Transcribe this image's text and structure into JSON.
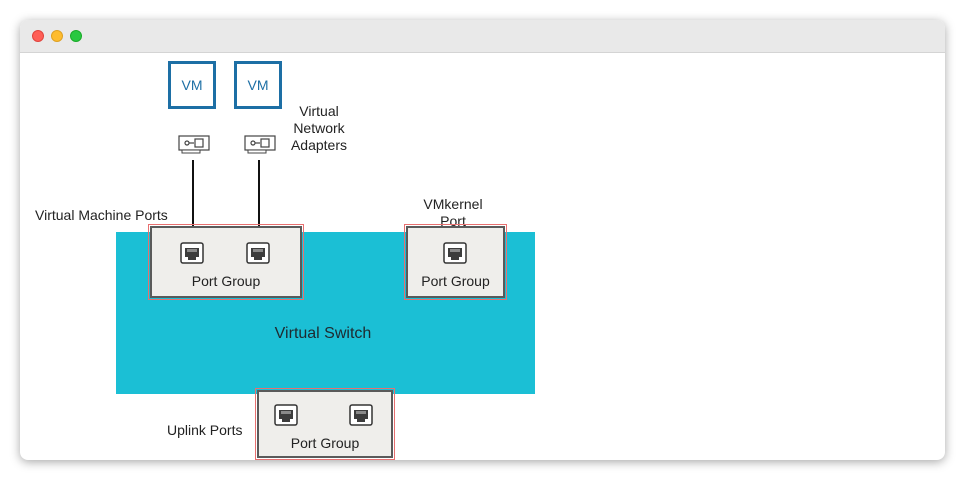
{
  "window": {
    "controls": [
      "close",
      "minimize",
      "zoom"
    ]
  },
  "diagram": {
    "top_partial_text": "",
    "virtual_switch_label": "Virtual Switch",
    "vm_label": "VM",
    "virtual_network_adapters_label": "Virtual\nNetwork\nAdapters",
    "virtual_machine_ports_label": "Virtual Machine Ports",
    "vmkernel_port_label": "VMkernel\nPort",
    "uplink_ports_label": "Uplink Ports",
    "port_group_label": "Port Group",
    "port_groups": [
      {
        "id": "vm-ports",
        "label": "Port Group",
        "ports": 2
      },
      {
        "id": "vmkernel",
        "label": "Port Group",
        "ports": 1
      },
      {
        "id": "uplink",
        "label": "Port Group",
        "ports": 2
      }
    ],
    "vms": [
      {
        "label": "VM",
        "adapter_icon": "network-adapter-icon"
      },
      {
        "label": "VM",
        "adapter_icon": "network-adapter-icon"
      }
    ],
    "icons": {
      "port": "ethernet-port-icon",
      "adapter": "network-adapter-icon"
    },
    "colors": {
      "switch": "#1bbfd5",
      "vm_border": "#1d6fa5",
      "port_group_fill": "#efeeeb",
      "port_group_border": "#5a5a5a",
      "highlight_outline": "#e87070"
    }
  }
}
